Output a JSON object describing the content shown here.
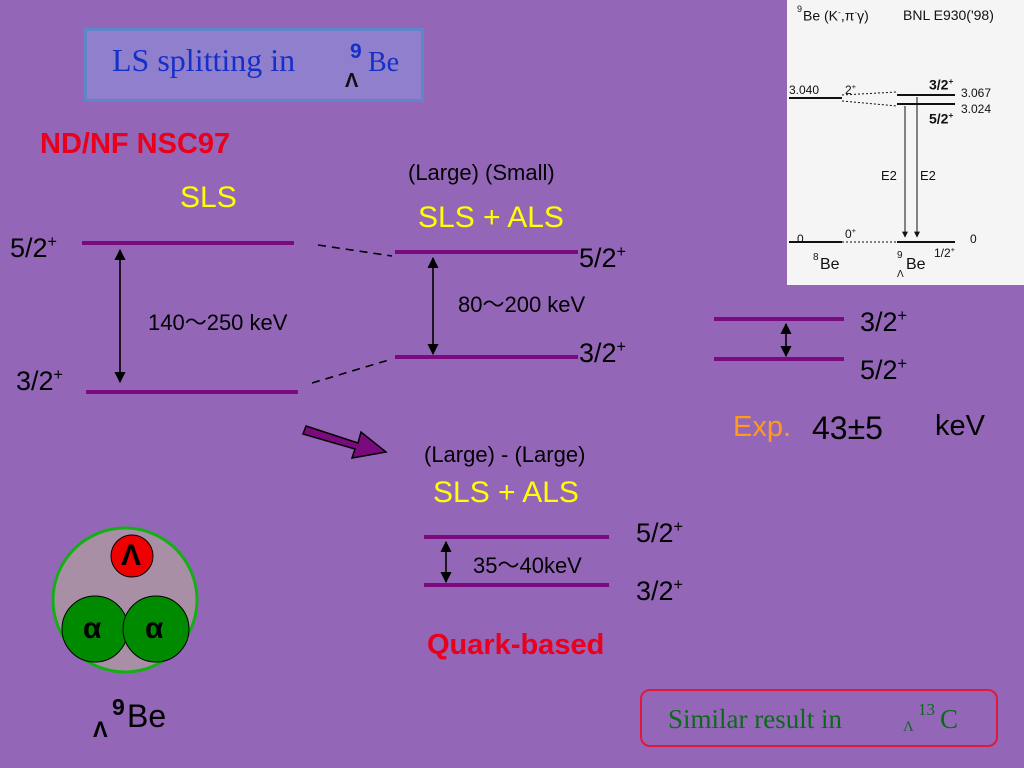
{
  "title": {
    "text": "LS splitting in ",
    "mass": "9",
    "lambda": "Λ",
    "element": "Be"
  },
  "model_label": "ND/NF NSC97",
  "col1": {
    "heading": "SLS",
    "upper": "5/2",
    "lower": "3/2",
    "parity": "+",
    "gap": "140～250 keV"
  },
  "col2": {
    "sub": "(Large)  (Small)",
    "heading": "SLS +   ALS",
    "upper": "5/2",
    "lower": "3/2",
    "parity": "+",
    "gap": "80～200 keV"
  },
  "exp": {
    "upper": "3/2",
    "lower": "5/2",
    "parity": "+",
    "label": "Exp.",
    "value": "43±5",
    "unit": "keV"
  },
  "col3": {
    "sub": "(Large) - (Large)",
    "heading": "SLS + ALS",
    "upper": "5/2",
    "lower": "3/2",
    "parity": "+",
    "gap": "35～40keV",
    "model": "Quark-based"
  },
  "cluster": {
    "lambda": "Λ",
    "alpha1": "α",
    "alpha2": "α",
    "label_mass": "9",
    "label_element": "Be",
    "label_lambda": "Λ"
  },
  "similar": {
    "text": "Similar result in ",
    "lambda": "Λ",
    "mass": "13",
    "element": "C"
  },
  "inset": {
    "mass": "9",
    "title_rest": "Be (K",
    "title_minus": "-",
    "title_comma": ",π",
    "title_minus2": "-",
    "title_gamma": "γ)",
    "experiment": "BNL E930('98)",
    "left_energy": "3.040",
    "left_spin": "2",
    "left_parity": "+",
    "right_upper_spin": "3/2",
    "right_upper_energy": "3.067",
    "right_lower_spin": "5/2",
    "right_lower_energy": "3.024",
    "parity": "+",
    "transition1": "E2",
    "transition2": "E2",
    "ground_left_energy": "0",
    "ground_left_spin": "0",
    "ground_left_parity": "+",
    "ground_right_spin": "1/2",
    "ground_right_parity": "+",
    "ground_right_energy": "0",
    "core_mass": "8",
    "core_element": "Be",
    "hyp_mass": "9",
    "hyp_lambda": "Λ",
    "hyp_element": "Be"
  },
  "colors": {
    "background": "#9466b8",
    "level": "#7b0a7e",
    "yellow": "#ffff00",
    "red": "#e8001c",
    "green": "#009a00",
    "navy": "#1430c8"
  }
}
